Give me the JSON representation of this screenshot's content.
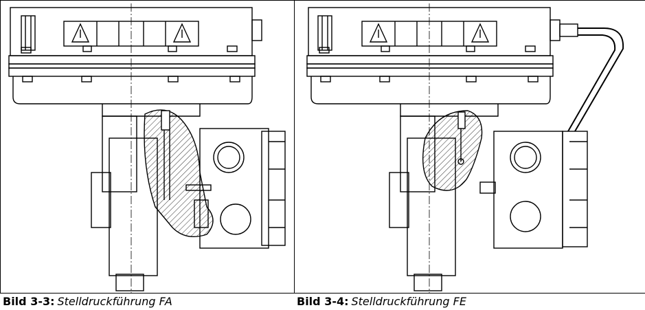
{
  "captions": {
    "left": {
      "number": "Bild 3-3:",
      "text": "Stelldruckführung FA"
    },
    "right": {
      "number": "Bild 3-4:",
      "text": "Stelldruckführung FE"
    }
  }
}
